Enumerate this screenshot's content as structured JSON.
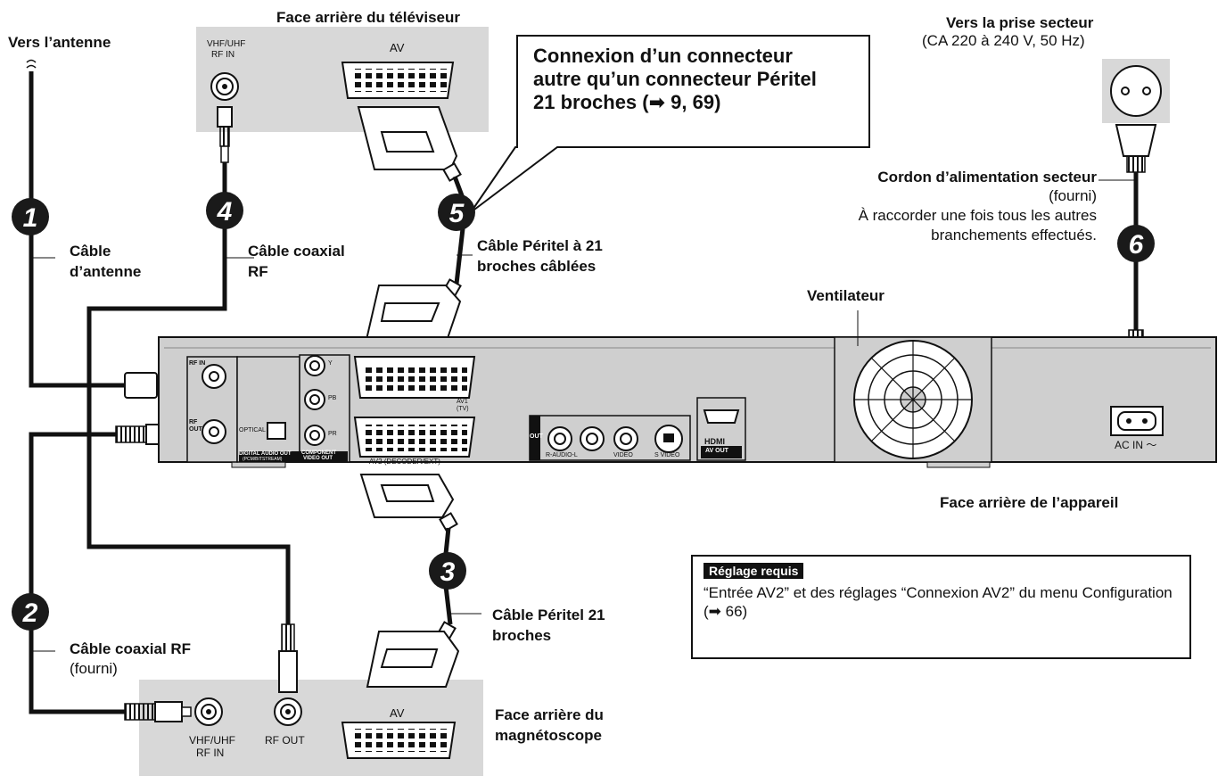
{
  "labels": {
    "antenna_title": "Vers l’antenne",
    "tv_panel_title": "Face arrière du téléviseur",
    "tv_rf_in_line1": "VHF/UHF",
    "tv_rf_in_line2": "RF IN",
    "tv_av": "AV",
    "callout_line1": "Connexion d’un connecteur",
    "callout_line2": "autre qu’un connecteur Péritel",
    "callout_line3": "21 broches (➡ 9, 69)",
    "mains_title": "Vers la prise secteur",
    "mains_sub": "(CA 220 à 240 V, 50 Hz)",
    "power_cord_title": "Cordon d’alimentation secteur",
    "power_cord_sub": "(fourni)",
    "power_cord_note1": "À raccorder une fois tous les autres",
    "power_cord_note2": "branchements effectués.",
    "antenna_cable_line1": "Câble",
    "antenna_cable_line2": "d’antenne",
    "coax_top_line1": "Câble coaxial",
    "coax_top_line2": "RF",
    "scart_top_line1": "Câble Péritel à 21",
    "scart_top_line2": "broches câblées",
    "fan": "Ventilateur",
    "unit_rear": "Face arrière de l’appareil",
    "scart_bottom_line1": "Câble Péritel 21",
    "scart_bottom_line2": "broches",
    "coax_bottom_title": "Câble coaxial RF",
    "coax_bottom_sub": "(fourni)",
    "vcr_rf_in_line1": "VHF/UHF",
    "vcr_rf_in_line2": "RF IN",
    "vcr_rf_out": "RF OUT",
    "vcr_av": "AV",
    "vcr_panel_line1": "Face arrière du",
    "vcr_panel_line2": "magnétoscope"
  },
  "steps": [
    "1",
    "2",
    "3",
    "4",
    "5",
    "6"
  ],
  "unit_panel": {
    "rf_in": "RF IN",
    "rf_out": "RF OUT",
    "optical": "OPTICAL",
    "digital_audio_out": "DIGITAL AUDIO OUT",
    "digital_audio_sub": "(PCM/BITSTREAM)",
    "component_y": "Y",
    "component_pb": "PB",
    "component_pr": "PR",
    "component_video_out_1": "COMPONENT",
    "component_video_out_2": "VIDEO OUT",
    "av1": "AV1",
    "av1_sub": "(TV)",
    "av2": "AV2 (DECODER/EXT)",
    "out": "OUT",
    "audio_l": "R-AUDIO-L",
    "video": "VIDEO",
    "s_video": "S VIDEO",
    "hdmi": "HDMI",
    "av_out": "AV OUT",
    "ac_in": "AC IN ～"
  },
  "requirement": {
    "tag": "Réglage requis",
    "text": "“Entrée AV2” et des réglages “Connexion AV2” du menu Configuration (➡ 66)"
  },
  "colors": {
    "panel_fill": "#d8d8d8",
    "unit_fill": "#cfcfcf",
    "cable": "#111111",
    "step_fill": "#1a1a1a"
  }
}
